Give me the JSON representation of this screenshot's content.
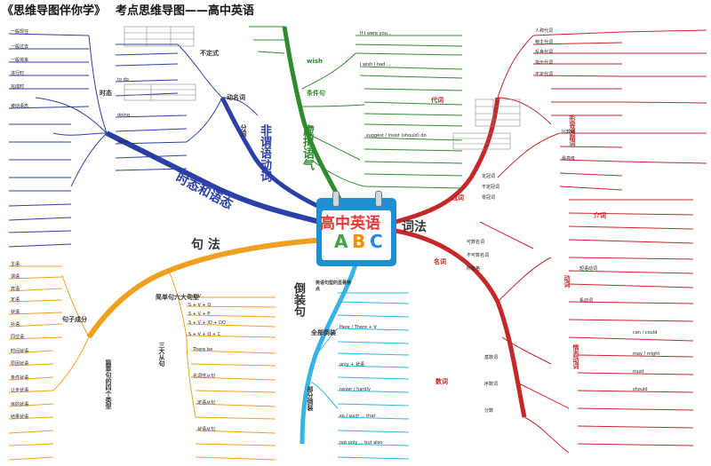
{
  "header": {
    "series_title": "《思维导图伴你学》",
    "main_title": "考点思维导图——高中英语"
  },
  "center": {
    "title": "高中英语",
    "letters": [
      "A",
      "B",
      "C"
    ]
  },
  "branches": {
    "grammar_verbs": "非谓语动词",
    "mood": "虚拟语气",
    "tense": "时态和语态",
    "sentence": "句 法",
    "inversion": "倒装句",
    "lexis": "词法"
  },
  "subs": {
    "reading": "一般现在",
    "pronoun": "代词",
    "adjective": "形容词副词",
    "article": "冠词",
    "noun": "名词",
    "preposition": "介词",
    "verb": "动词",
    "modal": "情态动词",
    "numeral": "数词",
    "components": "句子成分",
    "sentence_types": "简单句六大句型",
    "three_clauses": "三大从句",
    "four_types": "篇章句的四个类型",
    "full_inversion": "全部倒装",
    "partial_inversion": "部分倒装",
    "inv_features": "英语句型的显著特点",
    "tense_forms": "时态",
    "nonfinite_inf": "不定式",
    "nonfinite_ger": "动名词",
    "nonfinite_part": "分词",
    "mood_cond": "条件句",
    "mood_wish": "wish"
  },
  "labels": {
    "present": "一般现在",
    "past": "一般过去",
    "future": "一般将来",
    "progressive": "进行时",
    "perfect": "完成时",
    "passive": "被动语态",
    "subject": "主语",
    "predicate": "谓语",
    "object": "宾语",
    "attributive": "定语",
    "adverbial": "状语",
    "complement": "补语",
    "appositive": "同位语",
    "noun_clause": "名词性从句",
    "attr_clause": "定语从句",
    "adv_clause": "状语从句",
    "personal": "人称代词",
    "possessive": "物主代词",
    "reflexive": "反身代词",
    "demonstrative": "指示代词",
    "indefinite": "不定代词",
    "comparative": "比较级",
    "superlative": "最高级",
    "definite": "定冠词",
    "indef_article": "不定冠词",
    "zero_article": "零冠词",
    "countable": "可数名词",
    "uncountable": "不可数名词",
    "possessive_case": "所有格",
    "cardinal": "基数词",
    "ordinal": "序数词",
    "fraction": "分数",
    "phrasal": "短语动词",
    "linking": "系动词",
    "can": "can / could",
    "may": "may / might",
    "must": "must",
    "should": "should",
    "sentence_s_v": "S + V",
    "sentence_s_v_o": "S + V + O",
    "sentence_s_v_p": "S + V + P",
    "sentence_s_v_io_do": "S + V + IO + DO",
    "sentence_s_v_o_c": "S + V + O + C",
    "there_be": "There be",
    "only": "only + 状语",
    "never": "never / hardly",
    "so_such": "so / such ... that",
    "not_only": "not only ... but also",
    "here_there": "Here / There + V",
    "if_clause": "If I were you...",
    "wish_clause": "I wish I had ...",
    "suggest": "suggest / insist (should) do",
    "to_do": "to do",
    "doing": "doing",
    "done": "done",
    "time_adv": "时间状语",
    "reason_adv": "原因状语",
    "condition_adv": "条件状语",
    "concession_adv": "让步状语",
    "purpose_adv": "目的状语",
    "result_adv": "结果状语"
  }
}
